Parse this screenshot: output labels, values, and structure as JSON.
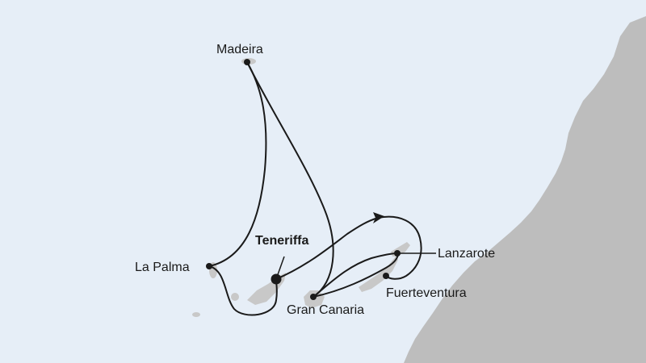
{
  "map": {
    "colors": {
      "sea": "#e6eef7",
      "mainland": "#bdbdbd",
      "island": "#c8c8c8",
      "route": "#1a1a1a"
    },
    "ports": {
      "madeira": "Madeira",
      "tenerife": "Teneriffa",
      "la_palma": "La Palma",
      "gran_canaria": "Gran Canaria",
      "lanzarote": "Lanzarote",
      "fuerteventura": "Fuerteventura"
    }
  }
}
